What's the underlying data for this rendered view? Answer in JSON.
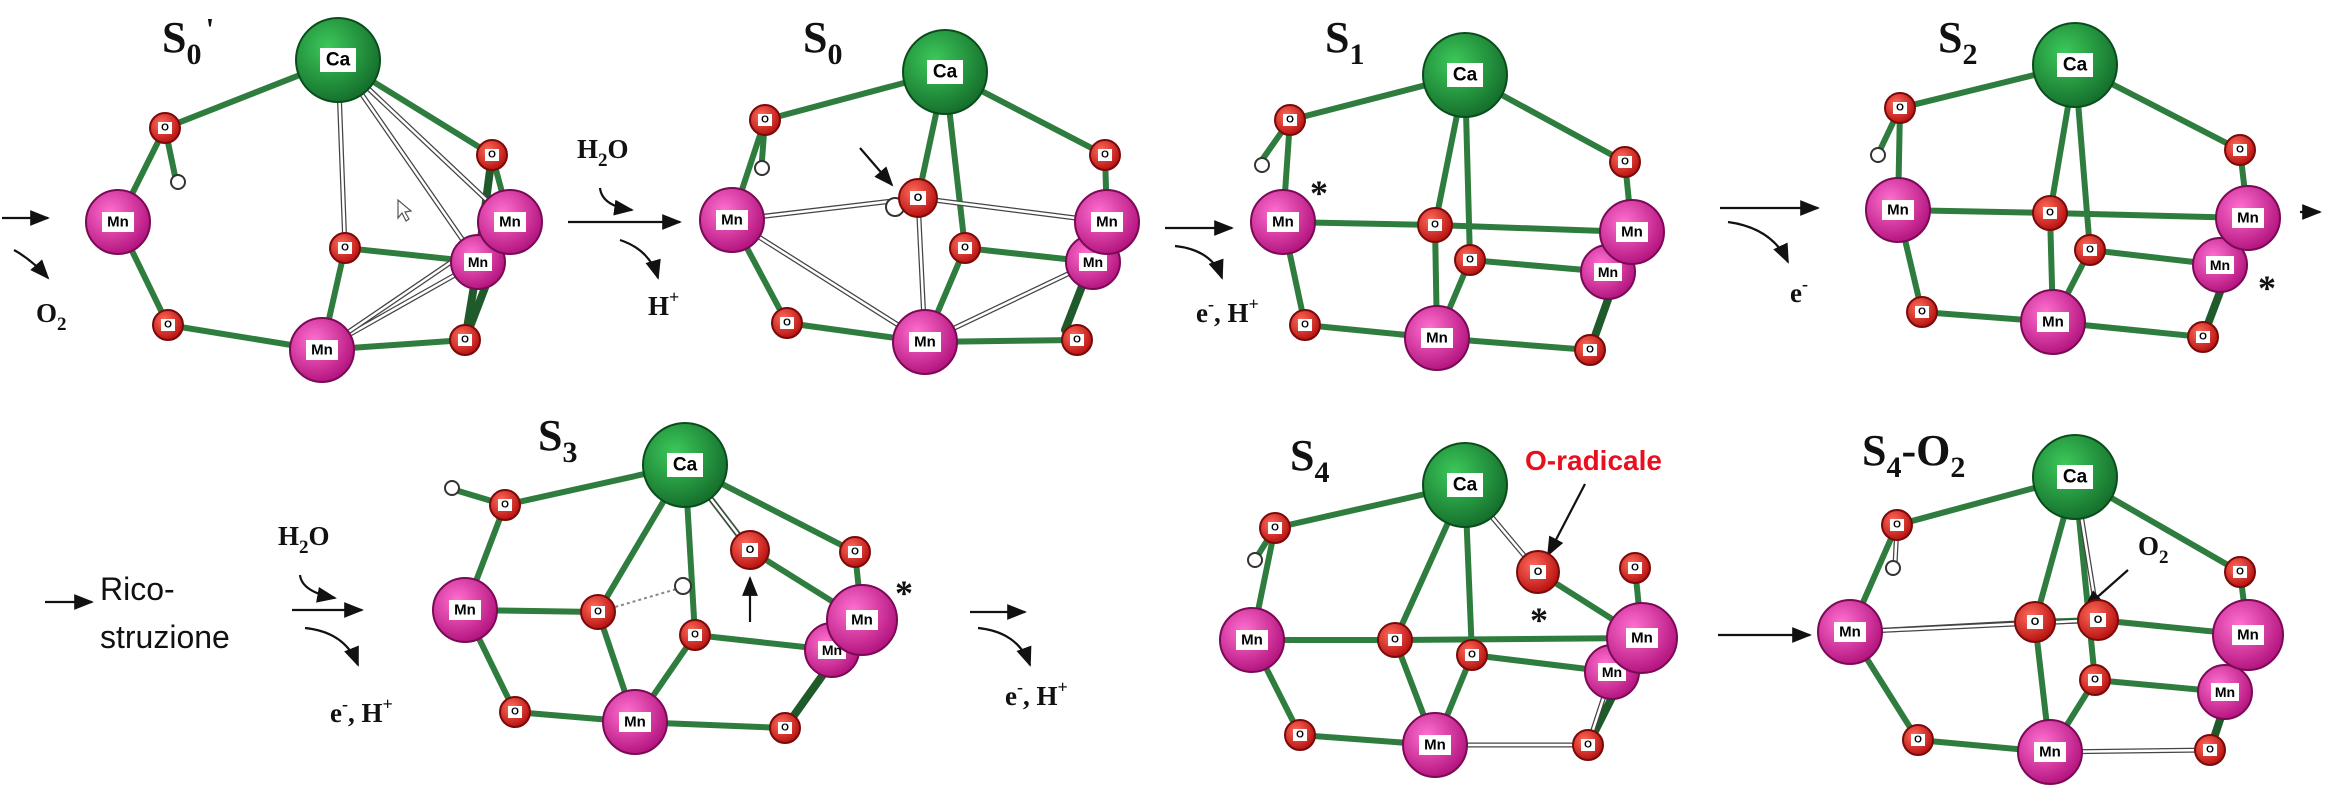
{
  "atoms": {
    "ca": "Ca",
    "mn": "Mn",
    "o": "O"
  },
  "colors": {
    "ca": "#1f8f3a",
    "mn": "#e0209e",
    "o": "#e21a1a",
    "bond": "#2e7d3e",
    "highlight": "#e8101e"
  },
  "states": [
    {
      "main": "S",
      "sub": "0",
      "sup": "'"
    },
    {
      "main": "S",
      "sub": "0",
      "sup": ""
    },
    {
      "main": "S",
      "sub": "1",
      "sup": ""
    },
    {
      "main": "S",
      "sub": "2",
      "sup": ""
    },
    {
      "main": "S",
      "sub": "3",
      "sup": ""
    },
    {
      "main": "S",
      "sub": "4",
      "sup": ""
    },
    {
      "main": "S",
      "sub": "4",
      "suffix": "-O",
      "suffix_sub": "2"
    }
  ],
  "reactions": {
    "o2_release": {
      "main": "O",
      "sub": "2"
    },
    "water_in_1": {
      "main": "H",
      "sub": "2",
      "tail": "O"
    },
    "proton_out": {
      "main": "H",
      "sup": "+"
    },
    "electron_proton_1": {
      "e": "e",
      "e_sup": "-",
      "sep": ", H",
      "h_sup": "+"
    },
    "electron_only": {
      "e": "e",
      "e_sup": "-"
    },
    "water_in_2": {
      "main": "H",
      "sub": "2",
      "tail": "O"
    },
    "electron_proton_2": {
      "e": "e",
      "e_sup": "-",
      "sep": ", H",
      "h_sup": "+"
    },
    "electron_proton_3": {
      "e": "e",
      "e_sup": "-",
      "sep": ", H",
      "h_sup": "+"
    }
  },
  "reconstruction": {
    "line1": "Rico-",
    "line2": "struzione"
  },
  "annotations": {
    "o_radical": "O-radicale",
    "o2_label": {
      "main": "O",
      "sub": "2"
    },
    "star": "*"
  }
}
